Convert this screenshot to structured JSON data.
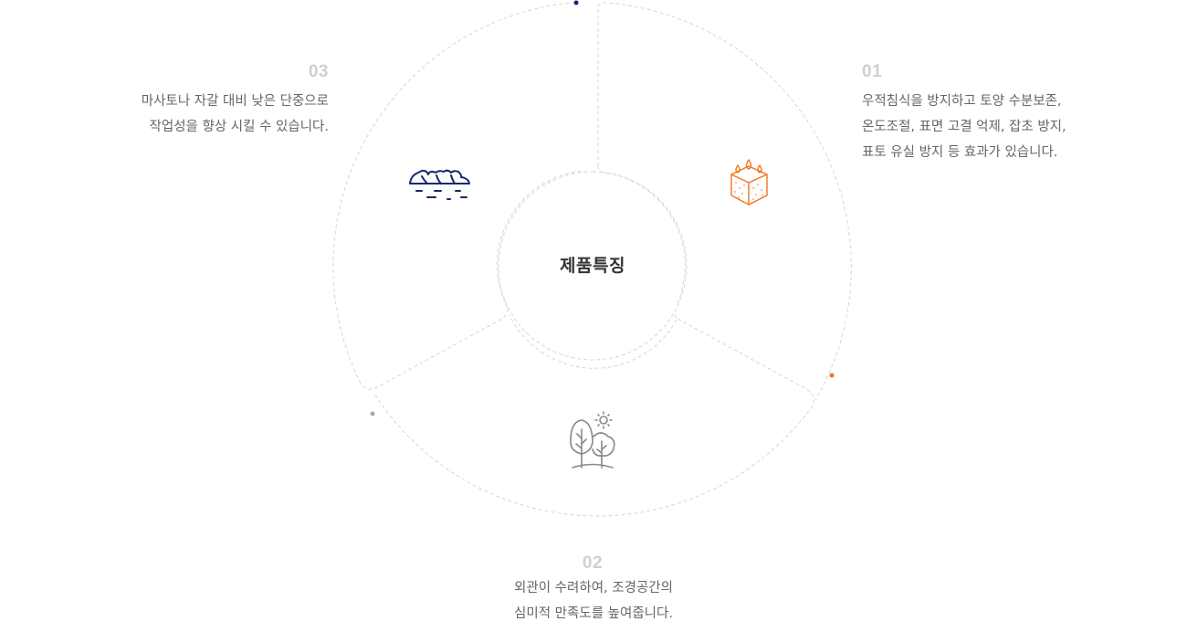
{
  "center": {
    "title": "제품특징"
  },
  "features": [
    {
      "number": "01",
      "lines": [
        "우적침식을 방지하고 토양 수분보존,",
        "온도조절, 표면 고결 억제, 잡초 방지,",
        "표토 유실 방지 등 효과가 있습니다."
      ],
      "icon": "soil-water-drops-icon",
      "color": "#f37321"
    },
    {
      "number": "02",
      "lines": [
        "외관이 수려하여, 조경공간의",
        "심미적 만족도를 높여줍니다."
      ],
      "icon": "trees-sun-icon",
      "color": "#888888"
    },
    {
      "number": "03",
      "lines": [
        "마사토나 자갈 대비 낮은 단중으로",
        "작업성을 향상 시킬 수 있습니다."
      ],
      "icon": "stones-icon",
      "color": "#13296a"
    }
  ],
  "colors": {
    "text": "#666666",
    "number": "#cfcfcf",
    "title": "#333333",
    "line": "#d6d6d6",
    "dot_01": "#f37321",
    "dot_02": "#aaaaaa",
    "dot_03": "#13296a"
  }
}
